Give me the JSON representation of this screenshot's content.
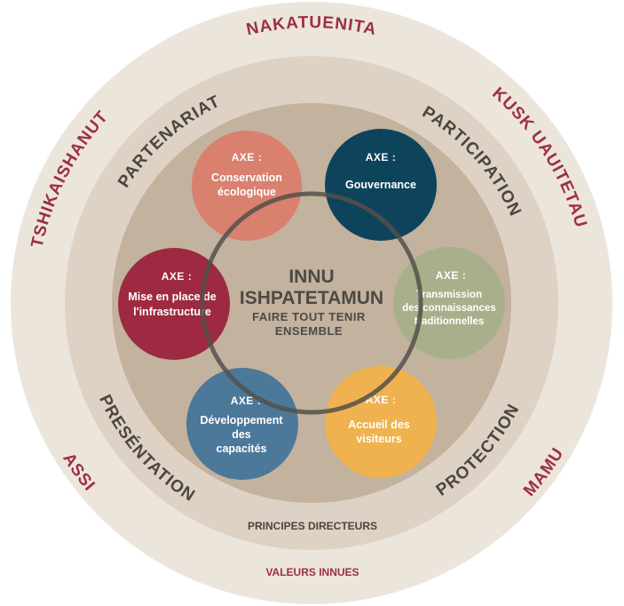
{
  "values": {
    "caption": "VALEURS INNUES",
    "items": [
      "NAKATUENITA",
      "KUSK UAUITETAU",
      "MAMU",
      "ASSI",
      "TSHIKAISHANUT"
    ]
  },
  "principles": {
    "caption": "PRINCIPES DIRECTEURS",
    "items": [
      "PARTENARIAT",
      "PARTICIPATION",
      "PROTECTION",
      "PRESÉNTATION"
    ]
  },
  "center": {
    "title_line1": "INNU",
    "title_line2": "ISHPATETAMUN",
    "subtitle_line1": "FAIRE TOUT TENIR",
    "subtitle_line2": "ENSEMBLE"
  },
  "axes": [
    {
      "heading": "AXE :",
      "lines": [
        "Conservation",
        "écologique"
      ],
      "color": "#d9806f"
    },
    {
      "heading": "AXE :",
      "lines": [
        "Gouvernance"
      ],
      "color": "#0e435c"
    },
    {
      "heading": "AXE :",
      "lines": [
        "Transmission",
        "des connaissances",
        "traditionnelles"
      ],
      "color": "#a7b08a"
    },
    {
      "heading": "AXE :",
      "lines": [
        "Accueil des",
        "visiteurs"
      ],
      "color": "#efb24f"
    },
    {
      "heading": "AXE :",
      "lines": [
        "Développement",
        "des",
        "capacités"
      ],
      "color": "#4c7899"
    },
    {
      "heading": "AXE :",
      "lines": [
        "Mise en place de",
        "l'infrastructure"
      ],
      "color": "#9d2a41"
    }
  ],
  "colors": {
    "outer_ring": "#ece5dc",
    "middle_ring": "#ddd2c4",
    "inner_disc": "#c2b29e",
    "center_circle_stroke": "#54504a",
    "values_text": "#9c2f45",
    "principles_text": "#4a4540"
  }
}
